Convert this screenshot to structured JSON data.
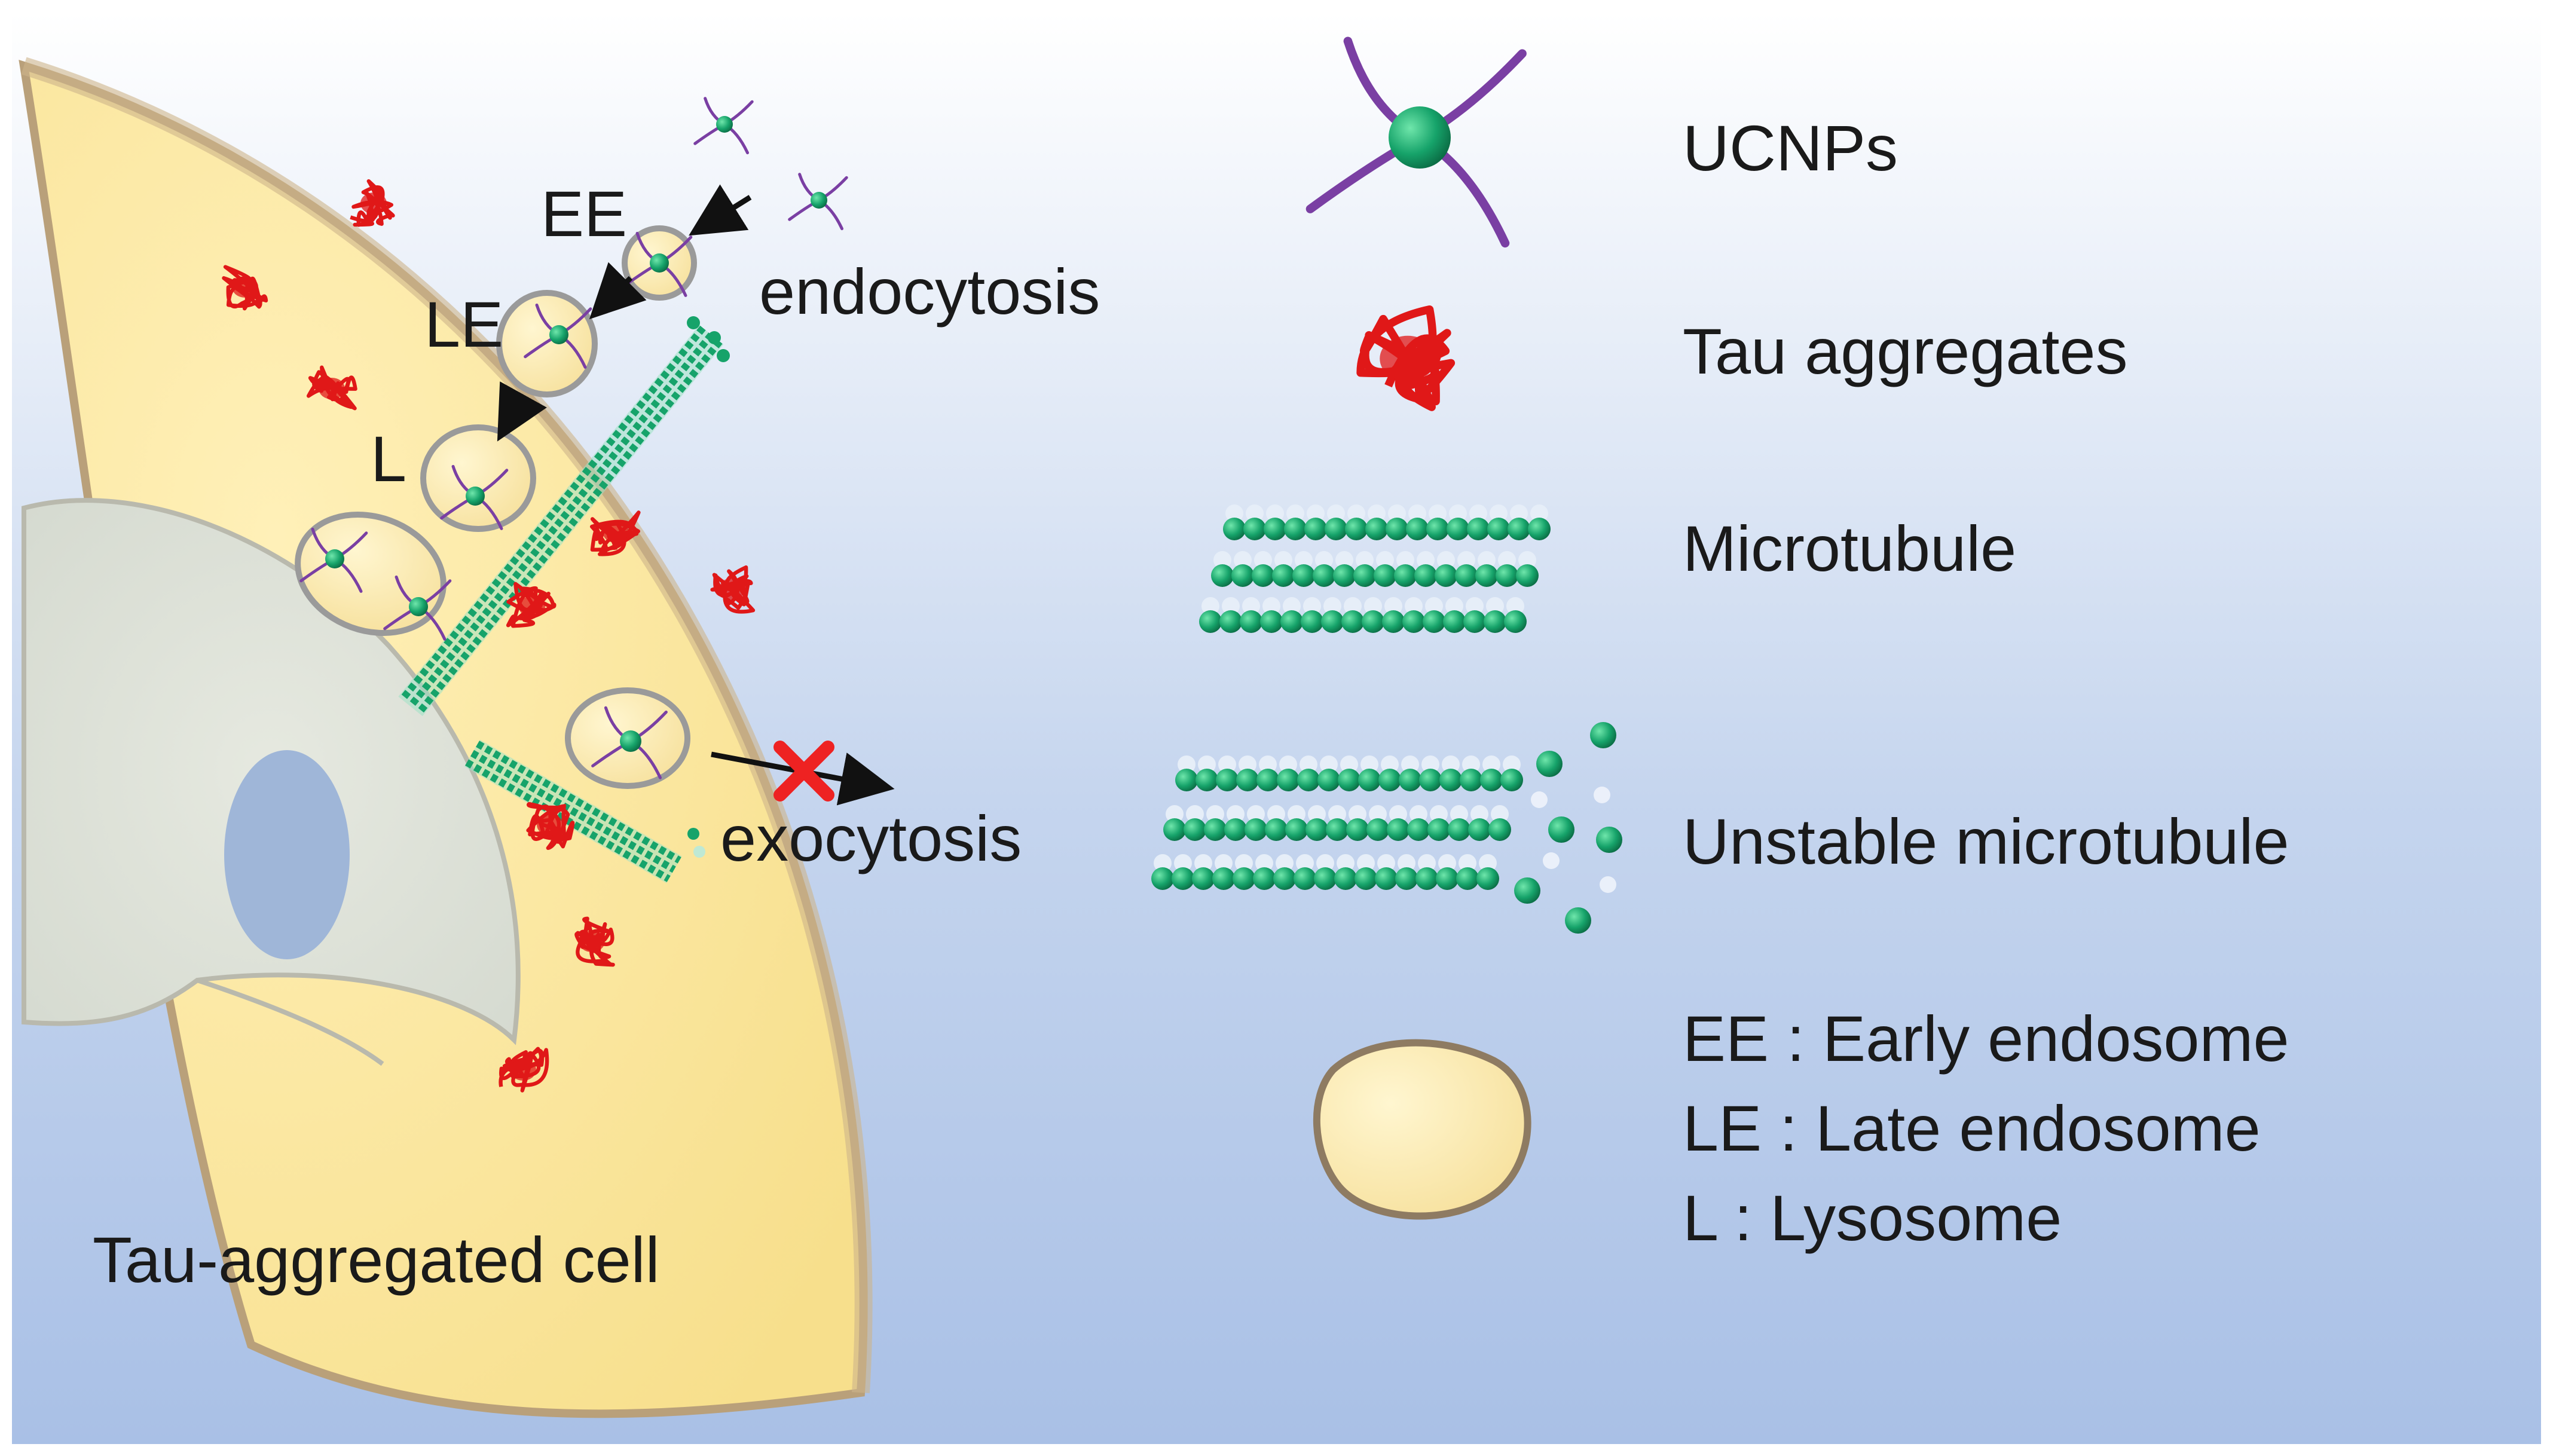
{
  "cell": {
    "compartments": {
      "early_endosome": "EE",
      "late_endosome": "LE",
      "lysosome": "L"
    },
    "processes": {
      "uptake": "endocytosis",
      "release": "exocytosis",
      "release_blocked": true
    },
    "caption": "Tau-aggregated cell"
  },
  "legend": {
    "items": [
      {
        "icon": "nanoparticle-icon",
        "label": "UCNPs"
      },
      {
        "icon": "tau-aggregate-icon",
        "label": "Tau aggregates"
      },
      {
        "icon": "microtubule-icon",
        "label": "Microtubule"
      },
      {
        "icon": "unstable-microtubule-icon",
        "label": "Unstable microtubule"
      }
    ],
    "vesicle_key": [
      "EE : Early endosome",
      "LE : Late endosome",
      "L : Lysosome"
    ]
  },
  "colors": {
    "cytoplasm": "#fbe7a1",
    "membrane": "#b9a07a",
    "nucleus": "#dfe3d8",
    "nucleolus": "#9fb6d8",
    "nanoparticle": "#18a66e",
    "ligand": "#7a3fa3",
    "tau": "#e01818",
    "microtubule": "#16a36a",
    "block_cross": "#ee2222"
  }
}
